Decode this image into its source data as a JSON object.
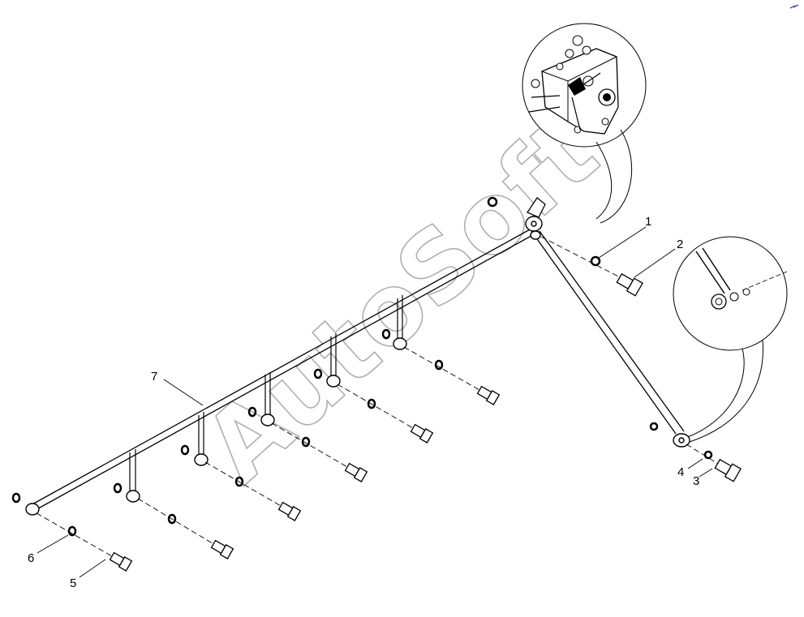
{
  "diagram": {
    "watermark": "AutoSoft",
    "callouts": [
      {
        "id": "1",
        "label": "1"
      },
      {
        "id": "2",
        "label": "2"
      },
      {
        "id": "3",
        "label": "3"
      },
      {
        "id": "4",
        "label": "4"
      },
      {
        "id": "5",
        "label": "5"
      },
      {
        "id": "6",
        "label": "6"
      },
      {
        "id": "7",
        "label": "7"
      }
    ],
    "icons": [
      "valve-block-detail-icon",
      "fitting-detail-icon",
      "banjo-bolt-icon",
      "washer-icon"
    ]
  }
}
